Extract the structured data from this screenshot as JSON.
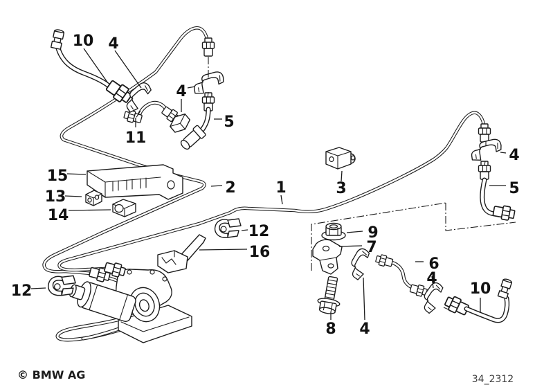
{
  "page": {
    "background": "#ffffff"
  },
  "diagram": {
    "line_color": "#1c1c1c",
    "code": "34_2312",
    "copyright": "© BMW AG",
    "callouts": [
      {
        "label": "10"
      },
      {
        "label": "4"
      },
      {
        "label": "11"
      },
      {
        "label": "4"
      },
      {
        "label": "5"
      },
      {
        "label": "15"
      },
      {
        "label": "13"
      },
      {
        "label": "14"
      },
      {
        "label": "2"
      },
      {
        "label": "1"
      },
      {
        "label": "3"
      },
      {
        "label": "4"
      },
      {
        "label": "5"
      },
      {
        "label": "12"
      },
      {
        "label": "16"
      },
      {
        "label": "12"
      },
      {
        "label": "9"
      },
      {
        "label": "7"
      },
      {
        "label": "6"
      },
      {
        "label": "4"
      },
      {
        "label": "8"
      },
      {
        "label": "4"
      },
      {
        "label": "10"
      }
    ]
  }
}
